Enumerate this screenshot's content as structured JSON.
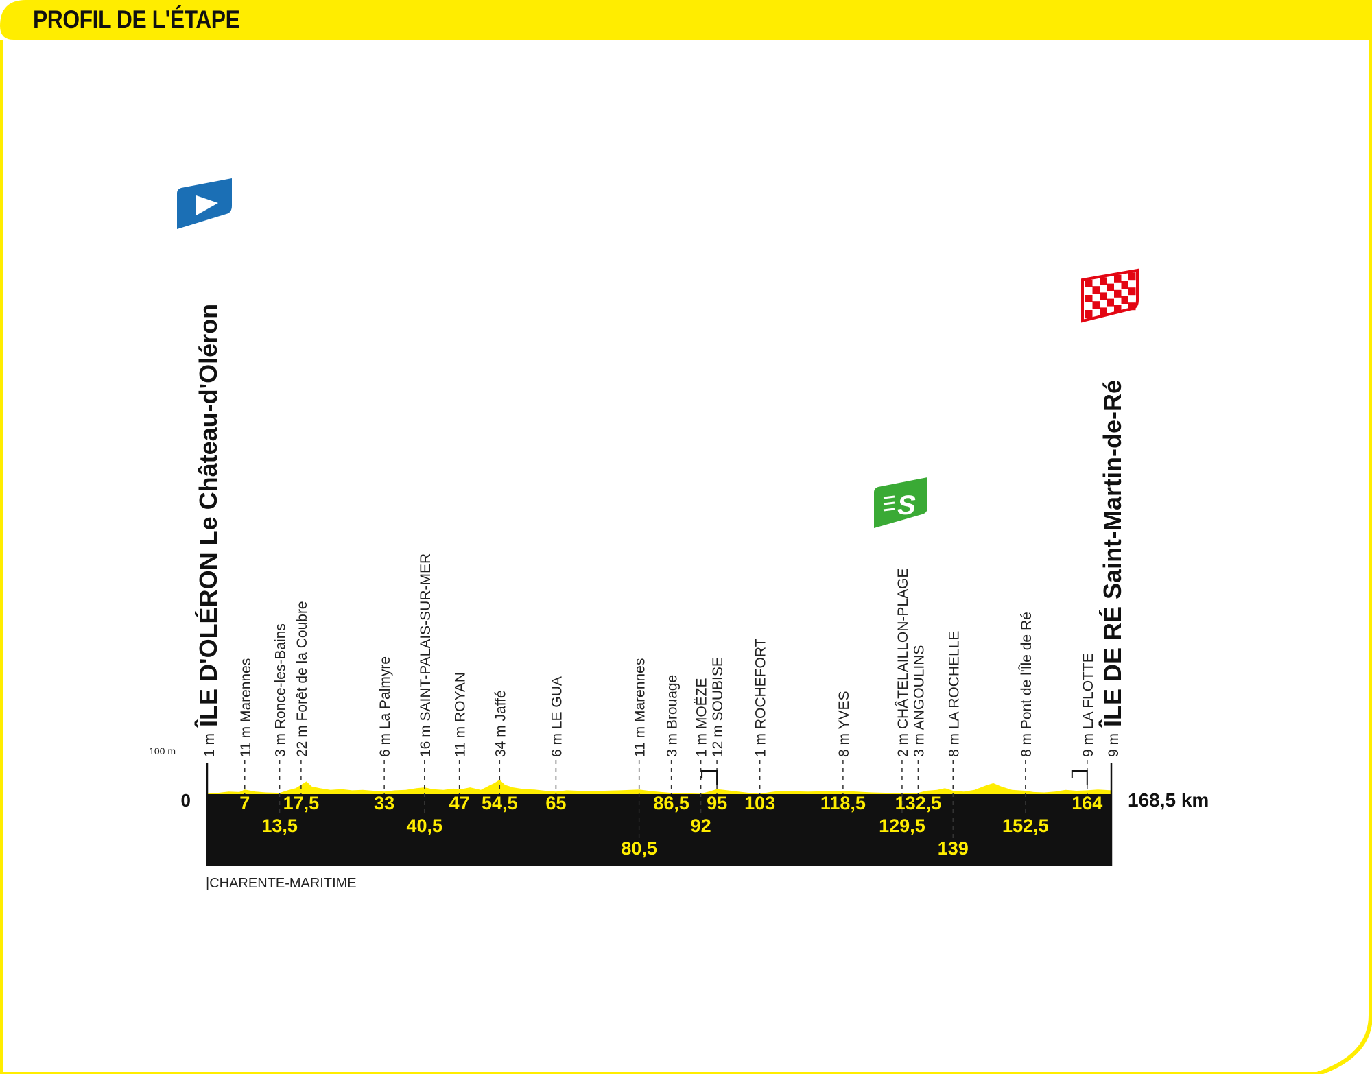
{
  "header": {
    "title": "PROFIL DE L'ÉTAPE"
  },
  "colors": {
    "accent_yellow": "#FFED00",
    "profile_black": "#111111",
    "start_blue": "#1B6FB5",
    "sprint_green": "#3AAA35",
    "finish_red": "#E30613"
  },
  "chart_data": {
    "type": "area",
    "title": "",
    "xlabel": "",
    "ylabel": "",
    "xlim": [
      0,
      168.5
    ],
    "ylim": [
      0,
      100
    ],
    "y_scale_label": "100 m",
    "zero_label": "0",
    "total_distance_label": "168,5 km",
    "department_label": "CHARENTE-MARITIME",
    "start": {
      "altitude_label": "1 m",
      "name_bold": "ÎLE D'OLÉRON",
      "name_rest": "Le Château-d'Oléron",
      "icon": "start-flag-icon"
    },
    "finish": {
      "altitude_label": "9 m",
      "name_bold": "ÎLE DE RÉ",
      "name_rest": "Saint-Martin-de-Ré",
      "icon": "finish-checkered-flag-icon"
    },
    "sprint": {
      "km": 132.5,
      "icon": "intermediate-sprint-icon",
      "symbol": "S"
    },
    "waypoints": [
      {
        "km": 7,
        "km_label": "7",
        "label": "11 m Marennes",
        "row": 0
      },
      {
        "km": 13.5,
        "km_label": "13,5",
        "label": "3 m Ronce-les-Bains",
        "row": 1
      },
      {
        "km": 17.5,
        "km_label": "17,5",
        "label": "22 m Forêt de la Coubre",
        "row": 0
      },
      {
        "km": 33,
        "km_label": "33",
        "label": "6 m La Palmyre",
        "row": 0
      },
      {
        "km": 40.5,
        "km_label": "40,5",
        "label": "16 m SAINT-PALAIS-SUR-MER",
        "row": 1
      },
      {
        "km": 47,
        "km_label": "47",
        "label": "11 m ROYAN",
        "row": 0
      },
      {
        "km": 54.5,
        "km_label": "54,5",
        "label": "34 m Jaffé",
        "row": 0
      },
      {
        "km": 65,
        "km_label": "65",
        "label": "6 m LE GUA",
        "row": 0
      },
      {
        "km": 80.5,
        "km_label": "80,5",
        "label": "11 m Marennes",
        "row": 2
      },
      {
        "km": 86.5,
        "km_label": "86,5",
        "label": "3 m Brouage",
        "row": 0
      },
      {
        "km": 92,
        "km_label": "92",
        "label": "1 m MOËZE",
        "row": 1
      },
      {
        "km": 95,
        "km_label": "95",
        "label": "12 m SOUBISE",
        "row": 0
      },
      {
        "km": 103,
        "km_label": "103",
        "label": "1 m ROCHEFORT",
        "row": 0
      },
      {
        "km": 118.5,
        "km_label": "118,5",
        "label": "8 m YVES",
        "row": 0
      },
      {
        "km": 129.5,
        "km_label": "129,5",
        "label": "2 m CHÂTELAILLON-PLAGE",
        "row": 1
      },
      {
        "km": 132.5,
        "km_label": "132,5",
        "label": "3 m ANGOULINS",
        "row": 0
      },
      {
        "km": 139,
        "km_label": "139",
        "label": "8 m LA ROCHELLE",
        "row": 2
      },
      {
        "km": 152.5,
        "km_label": "152,5",
        "label": "8 m Pont de l'Île de Ré",
        "row": 1
      },
      {
        "km": 164,
        "km_label": "164",
        "label": "9 m LA FLOTTE",
        "row": 0
      }
    ],
    "elevation": [
      [
        0,
        1
      ],
      [
        2,
        3
      ],
      [
        4,
        6
      ],
      [
        6,
        5
      ],
      [
        7,
        11
      ],
      [
        9,
        6
      ],
      [
        11,
        4
      ],
      [
        13.5,
        3
      ],
      [
        15,
        9
      ],
      [
        16.5,
        14
      ],
      [
        17.5,
        22
      ],
      [
        18.5,
        30
      ],
      [
        19.5,
        18
      ],
      [
        21,
        14
      ],
      [
        23,
        10
      ],
      [
        25,
        12
      ],
      [
        27,
        9
      ],
      [
        29,
        10
      ],
      [
        31,
        8
      ],
      [
        33,
        6
      ],
      [
        35,
        9
      ],
      [
        37,
        10
      ],
      [
        39,
        14
      ],
      [
        40.5,
        16
      ],
      [
        42,
        12
      ],
      [
        44,
        10
      ],
      [
        46,
        13
      ],
      [
        47,
        11
      ],
      [
        49,
        16
      ],
      [
        51,
        10
      ],
      [
        52.5,
        20
      ],
      [
        53.5,
        26
      ],
      [
        54.5,
        34
      ],
      [
        55.5,
        22
      ],
      [
        57,
        16
      ],
      [
        59,
        12
      ],
      [
        61,
        11
      ],
      [
        63,
        8
      ],
      [
        65,
        6
      ],
      [
        67,
        9
      ],
      [
        69,
        8
      ],
      [
        71,
        7
      ],
      [
        74,
        8
      ],
      [
        77,
        9
      ],
      [
        80.5,
        11
      ],
      [
        83,
        7
      ],
      [
        86.5,
        3
      ],
      [
        89,
        2
      ],
      [
        92,
        1
      ],
      [
        93.5,
        6
      ],
      [
        95,
        12
      ],
      [
        97,
        9
      ],
      [
        99,
        6
      ],
      [
        101,
        3
      ],
      [
        103,
        1
      ],
      [
        105,
        5
      ],
      [
        107,
        8
      ],
      [
        109,
        7
      ],
      [
        112,
        6
      ],
      [
        115,
        7
      ],
      [
        118.5,
        8
      ],
      [
        121,
        6
      ],
      [
        124,
        4
      ],
      [
        127,
        3
      ],
      [
        129.5,
        2
      ],
      [
        131,
        3
      ],
      [
        132.5,
        3
      ],
      [
        134,
        8
      ],
      [
        136,
        10
      ],
      [
        137.5,
        14
      ],
      [
        139,
        8
      ],
      [
        141,
        6
      ],
      [
        143,
        10
      ],
      [
        145,
        20
      ],
      [
        146.5,
        26
      ],
      [
        148,
        18
      ],
      [
        150,
        10
      ],
      [
        152.5,
        8
      ],
      [
        154,
        5
      ],
      [
        156,
        4
      ],
      [
        158,
        6
      ],
      [
        160,
        10
      ],
      [
        162,
        8
      ],
      [
        164,
        9
      ],
      [
        166,
        11
      ],
      [
        168.5,
        9
      ]
    ]
  }
}
